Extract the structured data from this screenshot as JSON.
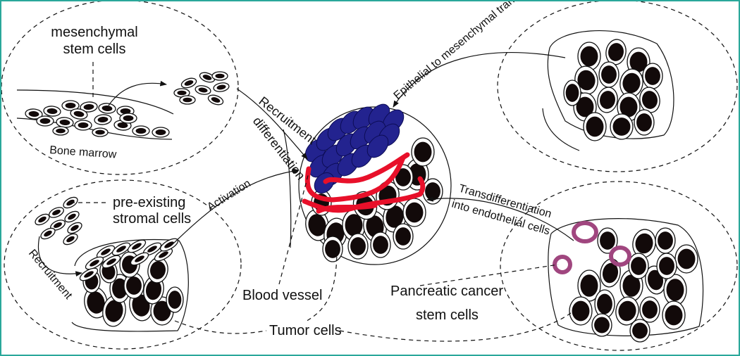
{
  "colors": {
    "frame": "#2aa89a",
    "nucleus": "#120a0a",
    "endothelial_precursor": "#23238f",
    "blood_vessel": "#e8102a",
    "stem_cell_ring": "#a0467f"
  },
  "labels": {
    "mesenchymal_line1": "mesenchymal",
    "mesenchymal_line2": "stem cells",
    "bone_marrow": "Bone marrow",
    "recruitment_differentiation_1": "Recruitment",
    "recruitment_differentiation_2": "differentiation",
    "emt": "Epithelial to mesenchymal transition",
    "preexisting_line1": "pre-existing",
    "preexisting_line2": "stromal cells",
    "activation": "Activation",
    "recruitment": "Recruitment",
    "transdiff_line1": "Transdifferentiation",
    "transdiff_line2": "into endothelial cells",
    "blood_vessel": "Blood vessel",
    "pancreatic_line1": "Pancreatic cancer",
    "pancreatic_line2": "stem cells",
    "tumor_cells": "Tumor cells"
  }
}
